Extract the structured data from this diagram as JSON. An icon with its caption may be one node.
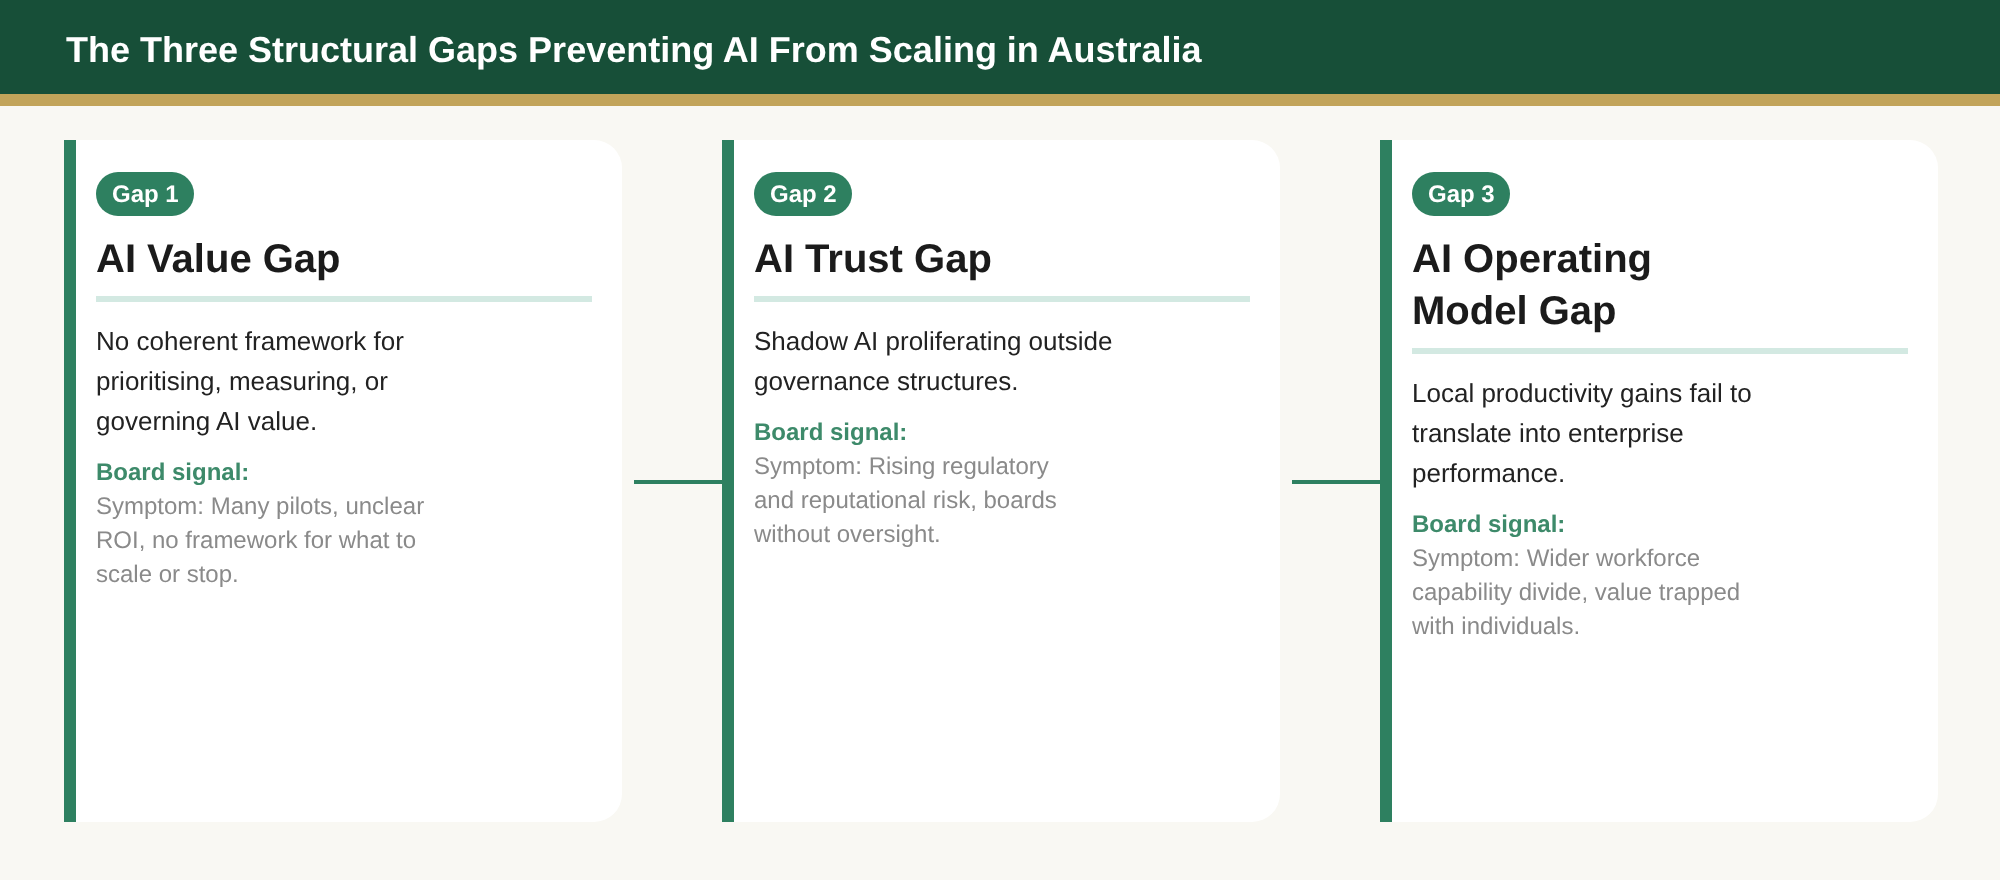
{
  "diagram": {
    "title": "The Three Structural Gaps Preventing AI From Scaling in Australia",
    "nodes": [
      {
        "text": [
          "Gap 1",
          "AI Value Gap",
          "No coherent framework for prioritising, measuring, or governing AI value.",
          "Board signal:",
          "Symptom: Many pilots, unclear ROI, no framework for what to scale or stop."
        ]
      },
      {
        "text": [
          "Gap 2",
          "AI Trust Gap",
          "Shadow AI proliferating outside governance structures.",
          "Board signal:",
          "Symptom: Rising regulatory and reputational risk, boards without oversight."
        ]
      },
      {
        "text": [
          "Gap 3",
          "AI Operating Model Gap",
          "Local productivity gains fail to translate into enterprise performance.",
          "Board signal:",
          "Symptom: Wider workforce capability divide, value trapped with individuals."
        ]
      }
    ],
    "edges": [
      {
        "from": 0,
        "to": 1,
        "arrow": "none"
      },
      {
        "from": 1,
        "to": 2,
        "arrow": "none"
      }
    ]
  }
}
